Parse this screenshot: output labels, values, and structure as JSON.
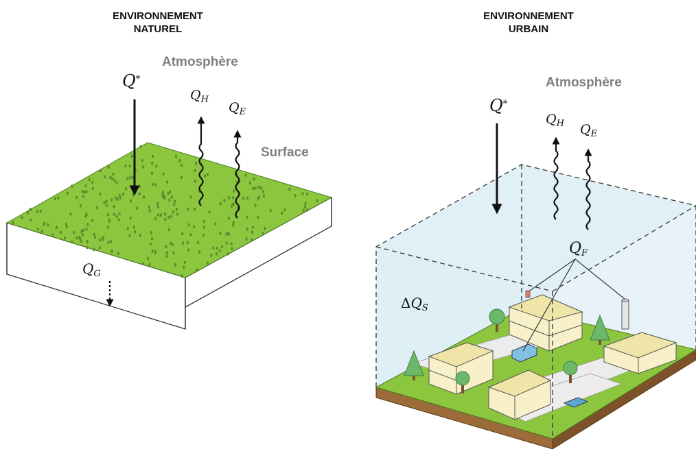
{
  "natural": {
    "title_line1": "ENVIRONNEMENT",
    "title_line2": "NATUREL",
    "atmosphere": "Atmosphère",
    "surface": "Surface",
    "q_star": {
      "main": "Q",
      "mark": "*"
    },
    "q_h": {
      "main": "Q",
      "sub": "H"
    },
    "q_e": {
      "main": "Q",
      "sub": "E"
    },
    "q_g": {
      "main": "Q",
      "sub": "G"
    }
  },
  "urban": {
    "title_line1": "ENVIRONNEMENT",
    "title_line2": "URBAIN",
    "atmosphere": "Atmosphère",
    "q_star": {
      "main": "Q",
      "mark": "*"
    },
    "q_h": {
      "main": "Q",
      "sub": "H"
    },
    "q_e": {
      "main": "Q",
      "sub": "E"
    },
    "q_f": {
      "main": "Q",
      "sub": "F"
    },
    "delta_qs": {
      "delta": "Δ",
      "main": "Q",
      "sub": "S"
    }
  },
  "colors": {
    "grass": "#8cc63f",
    "grass_dark": "#5a8f2a",
    "air_volume": "#dcedf5",
    "soil": "#9b6b3a",
    "building": "#f7f0c8",
    "tree": "#6cb86a",
    "vehicle": "#7fc0e3"
  }
}
